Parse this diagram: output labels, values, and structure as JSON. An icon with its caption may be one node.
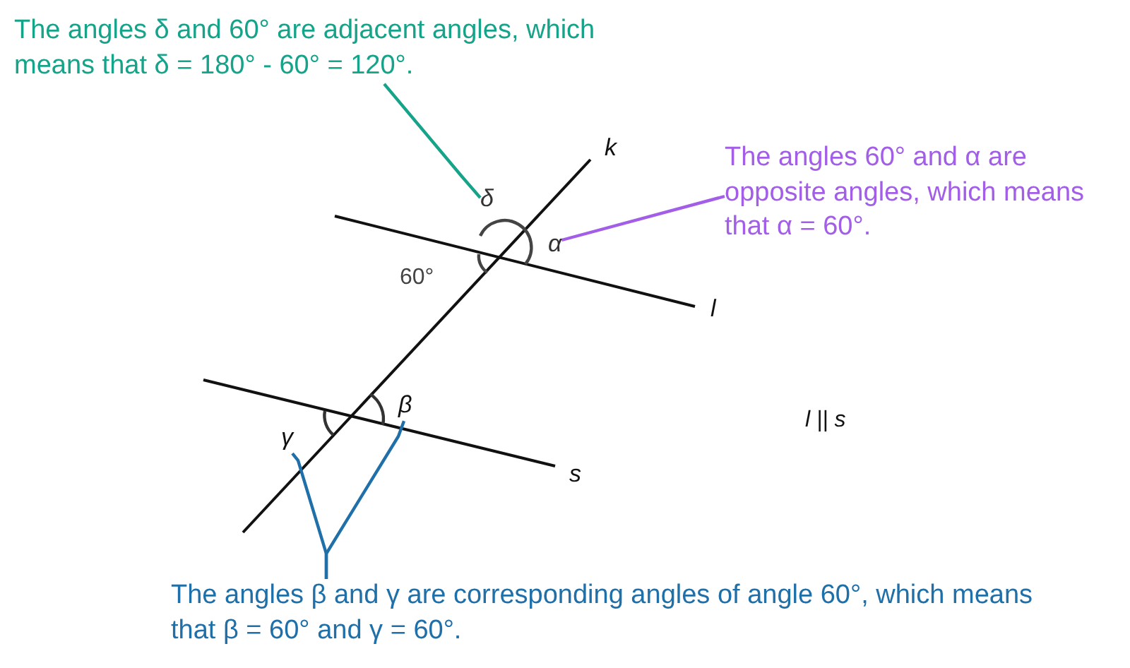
{
  "diagram": {
    "nodes": [
      {
        "text": [
          "The angles δ and 60° are adjacent angles, which means that δ = 180° - 60° = 120°."
        ]
      },
      {
        "text": [
          "The angles 60° and α are opposite angles, which means that α = 60°."
        ]
      },
      {
        "text": [
          "The angles β and γ are corresponding angles of angle 60°, which means that β = 60° and γ = 60°."
        ]
      },
      {
        "text": [
          "δ"
        ]
      },
      {
        "text": [
          "α"
        ]
      },
      {
        "text": [
          "β"
        ]
      },
      {
        "text": [
          "γ"
        ]
      }
    ],
    "edges": [
      {
        "from": 0,
        "to": 3,
        "arrow": "none",
        "color": "#15a389"
      },
      {
        "from": 1,
        "to": 4,
        "arrow": "none",
        "color": "#a35ee8"
      },
      {
        "from": 2,
        "to": 6,
        "arrow": "none",
        "color": "#1f6fa8"
      },
      {
        "from": 2,
        "to": 5,
        "arrow": "none",
        "color": "#1f6fa8"
      }
    ],
    "labels": [
      "k",
      "60°",
      "l",
      "l || s",
      "s"
    ]
  }
}
